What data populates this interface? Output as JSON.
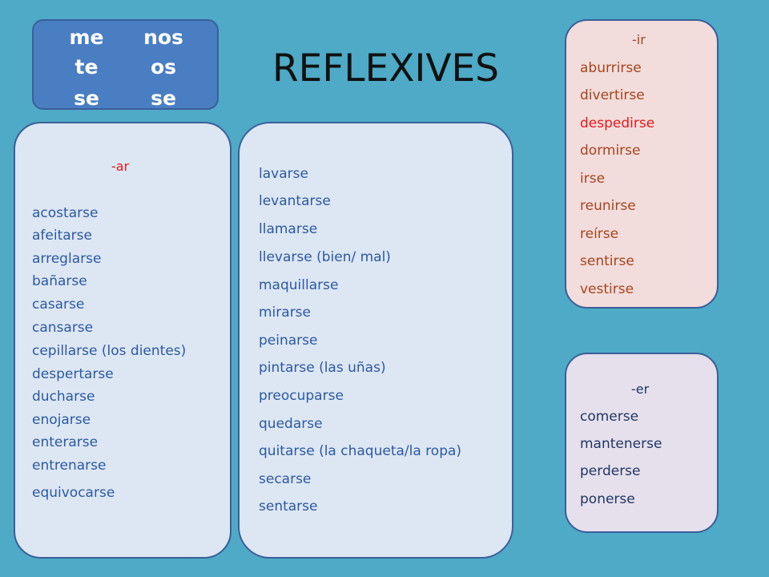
{
  "pronouns": {
    "me": "me",
    "nos": "nos",
    "te": "te",
    "os": "os",
    "se1": "se",
    "se2": "se"
  },
  "title": "REFLEXIVES",
  "ar_box": {
    "heading": "-ar",
    "words": [
      "acostarse",
      "afeitarse",
      "arreglarse",
      "bañarse",
      "casarse",
      "cansarse",
      "cepillarse (los dientes)",
      "despertarse",
      "ducharse",
      "enojarse",
      "enterarse",
      "entrenarse",
      "equivocarse"
    ]
  },
  "mid_box": {
    "words": [
      "lavarse",
      "levantarse",
      "llamarse",
      "llevarse (bien/ mal)",
      "maquillarse",
      "mirarse",
      "peinarse",
      "pintarse (las uñas)",
      "preocuparse",
      "quedarse",
      "quitarse (la chaqueta/la ropa)",
      "secarse",
      "sentarse"
    ]
  },
  "ir_box": {
    "heading": "-ir",
    "words": [
      "aburrirse",
      "divertirse",
      "despedirse",
      "dormirse",
      "irse",
      "reunirse",
      "reírse",
      "sentirse",
      "vestirse"
    ]
  },
  "er_box": {
    "heading": "-er",
    "words": [
      "comerse",
      "mantenerse",
      "perderse",
      "ponerse"
    ]
  },
  "colors": {
    "background": "#4eaac6",
    "pronoun_box": "#4a7ec2",
    "list_text": "#2b5aa0",
    "ir_text": "#a5461c",
    "highlight": "#e11a1a"
  }
}
